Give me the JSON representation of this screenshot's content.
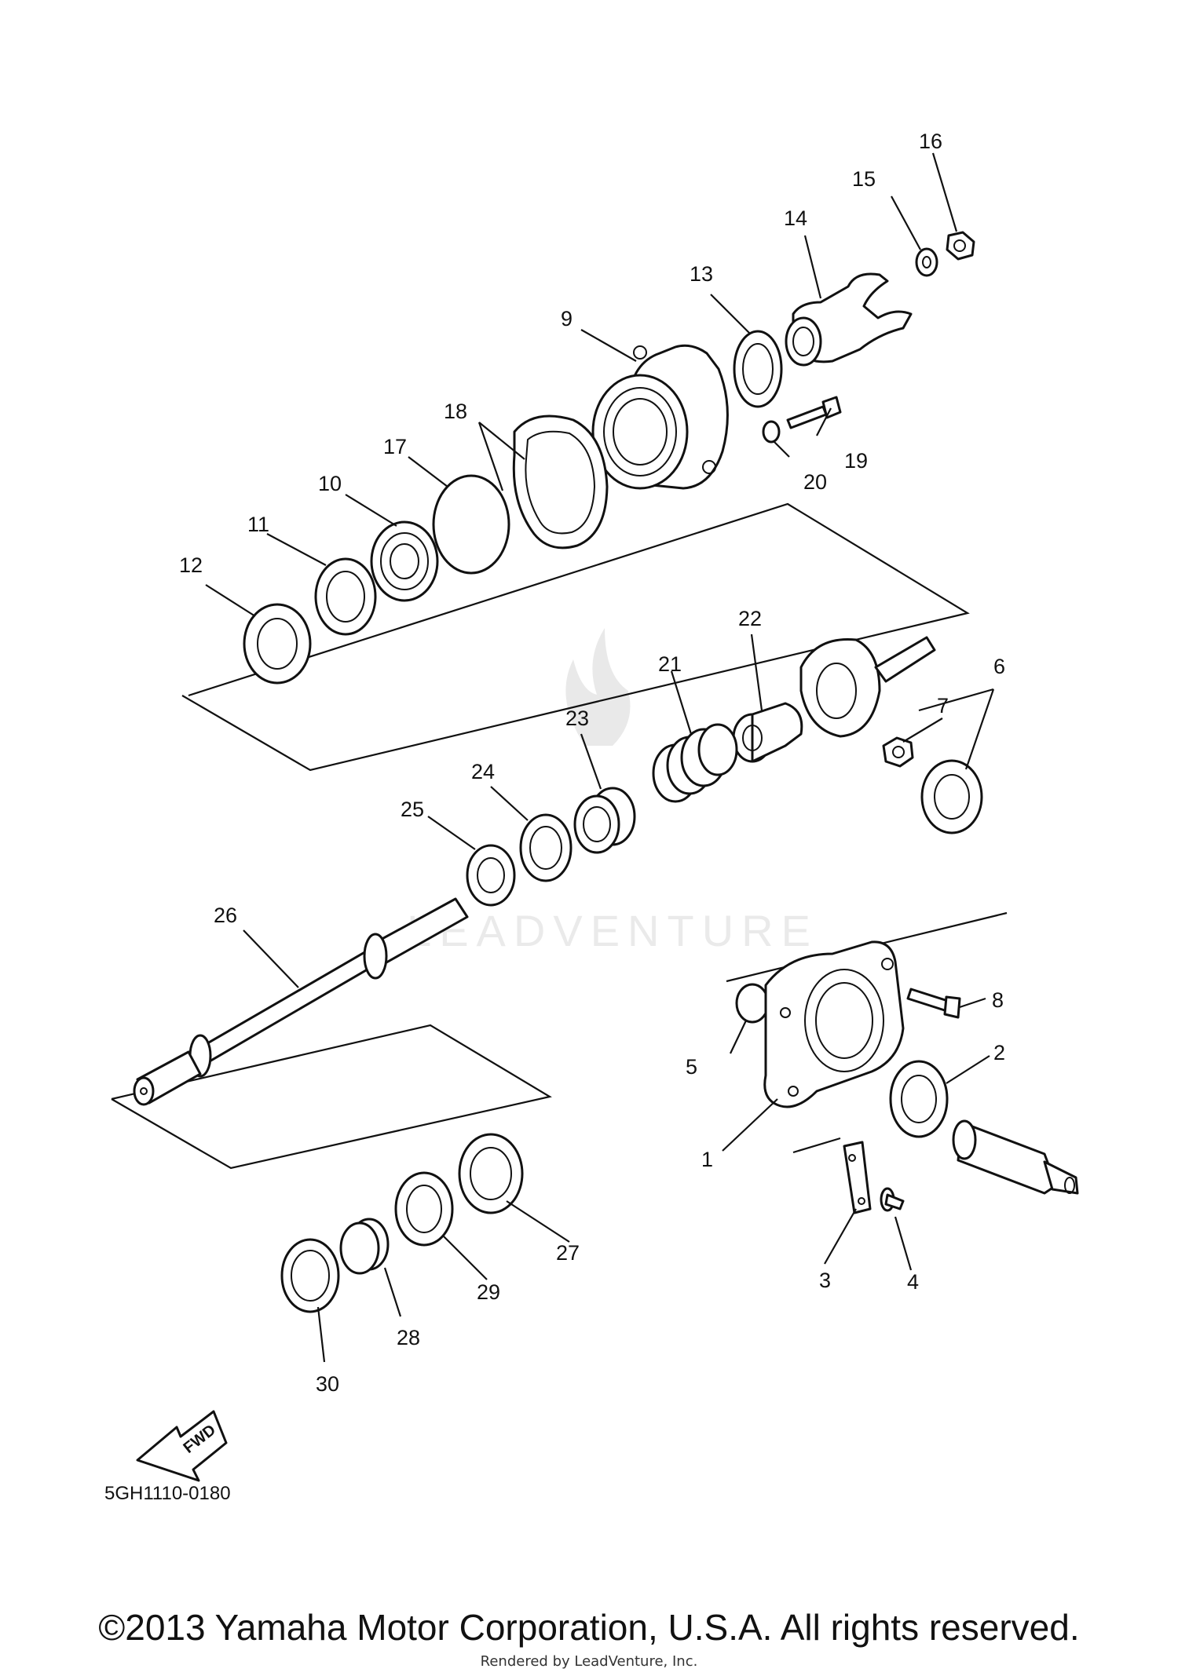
{
  "diagram": {
    "callouts": [
      "1",
      "2",
      "3",
      "4",
      "5",
      "6",
      "7",
      "8",
      "9",
      "10",
      "11",
      "12",
      "13",
      "14",
      "15",
      "16",
      "17",
      "18",
      "19",
      "20",
      "21",
      "22",
      "23",
      "24",
      "25",
      "26",
      "27",
      "28",
      "29",
      "30"
    ],
    "direction_label": "FWD",
    "drawing_code": "5GH1110-0180",
    "watermark": "LEADVENTURE"
  },
  "footer": {
    "copyright": "©2013 Yamaha Motor Corporation, U.S.A. All rights reserved.",
    "rendered_by": "Rendered by LeadVenture, Inc."
  }
}
